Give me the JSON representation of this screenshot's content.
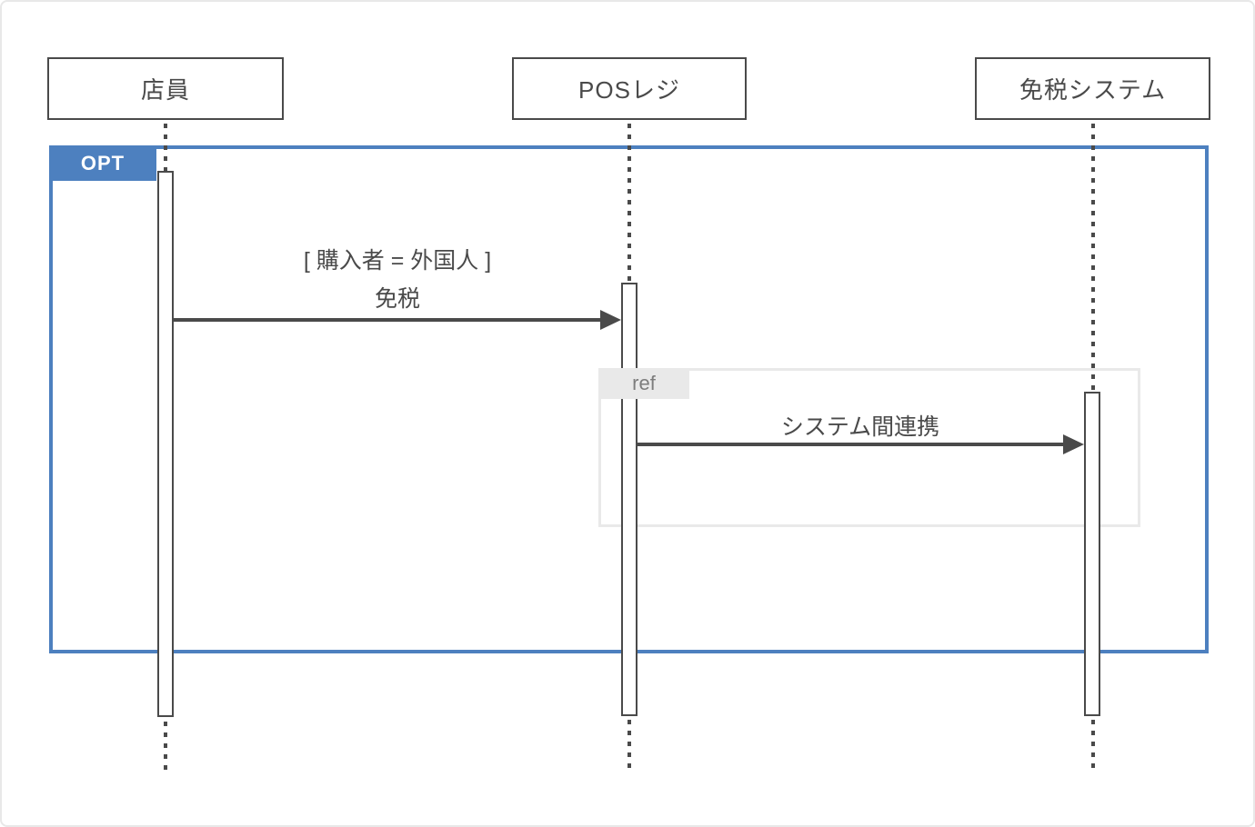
{
  "diagram": {
    "kind": "uml-sequence-diagram",
    "actors": [
      {
        "id": "clerk",
        "label": "店員"
      },
      {
        "id": "pos",
        "label": "POSレジ"
      },
      {
        "id": "taxfree",
        "label": "免税システム"
      }
    ],
    "fragments": {
      "opt": {
        "label": "OPT"
      },
      "ref": {
        "label": "ref"
      }
    },
    "messages": [
      {
        "from": "clerk",
        "to": "pos",
        "guard": "[ 購入者 = 外国人 ]",
        "label": "免税"
      },
      {
        "from": "pos",
        "to": "taxfree",
        "label": "システム間連携"
      }
    ],
    "colors": {
      "line": "#4a4a4a",
      "opt_frame": "#4d80bf",
      "opt_text": "#ffffff",
      "ref_fill": "#e9e9e9",
      "ref_text": "#7d7d7d",
      "page_border": "#e8e8e8"
    }
  }
}
